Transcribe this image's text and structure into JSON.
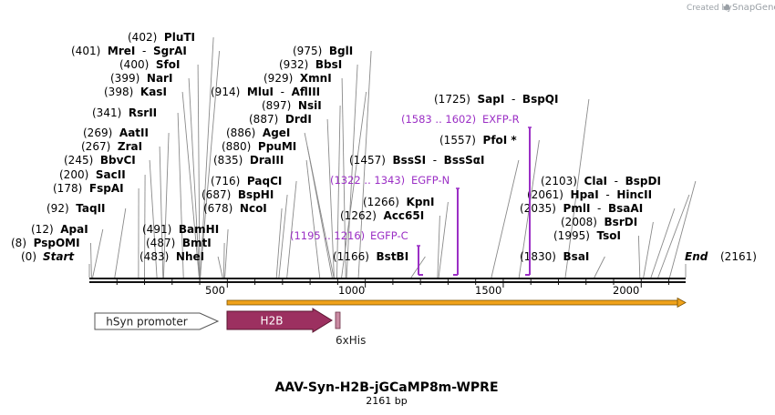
{
  "credit": {
    "created_by": "Created by",
    "brand": "SnapGene"
  },
  "title": "AAV-Syn-H2B-jGCaMP8m-WPRE",
  "length_label": "2161 bp",
  "sequence": {
    "length": 2161,
    "map_start": 0,
    "map_end": 2161
  },
  "ticks": [
    "500",
    "1000",
    "1500",
    "2000"
  ],
  "colors": {
    "backbone": "#111111",
    "primer": "#9b2fc5",
    "orf_arrow": "#f0a21a",
    "h2b": "#9c3060",
    "his": "#c98aa2",
    "promoter_fill": "#ffffff"
  },
  "ends": {
    "start": {
      "pos": "(0)",
      "name": "Start"
    },
    "end": {
      "pos": "(2161)",
      "name": "End"
    }
  },
  "left_sites": [
    {
      "pos": "(8)",
      "name": "PspOMI",
      "site": 8
    },
    {
      "pos": "(12)",
      "name": "ApaI",
      "site": 12
    },
    {
      "pos": "(92)",
      "name": "TaqII",
      "site": 92
    },
    {
      "pos": "(178)",
      "name": "FspAI",
      "site": 178
    },
    {
      "pos": "(200)",
      "name": "SacII",
      "site": 200
    },
    {
      "pos": "(245)",
      "name": "BbvCI",
      "site": 245
    },
    {
      "pos": "(267)",
      "name": "ZraI",
      "site": 267
    },
    {
      "pos": "(269)",
      "name": "AatII",
      "site": 269
    },
    {
      "pos": "(341)",
      "name": "RsrII",
      "site": 341
    },
    {
      "pos": "(398)",
      "name": "KasI",
      "site": 398
    },
    {
      "pos": "(399)",
      "name": "NarI",
      "site": 399
    },
    {
      "pos": "(400)",
      "name": "SfoI",
      "site": 400
    },
    {
      "pos": "(401)",
      "name": "MreI",
      "name2": "SgrAI",
      "site": 401
    },
    {
      "pos": "(402)",
      "name": "PluTI",
      "site": 402
    },
    {
      "pos": "(483)",
      "name": "NheI",
      "site": 483
    },
    {
      "pos": "(487)",
      "name": "BmtI",
      "site": 487
    },
    {
      "pos": "(491)",
      "name": "BamHI",
      "site": 491
    }
  ],
  "mid_sites": [
    {
      "pos": "(678)",
      "name": "NcoI",
      "site": 678
    },
    {
      "pos": "(687)",
      "name": "BspHI",
      "site": 687
    },
    {
      "pos": "(716)",
      "name": "PaqCI",
      "site": 716
    },
    {
      "pos": "(835)",
      "name": "DraIII",
      "site": 835
    },
    {
      "pos": "(880)",
      "name": "PpuMI",
      "site": 880
    },
    {
      "pos": "(886)",
      "name": "AgeI",
      "site": 886
    },
    {
      "pos": "(887)",
      "name": "DrdI",
      "site": 887
    },
    {
      "pos": "(897)",
      "name": "NsiI",
      "site": 897
    },
    {
      "pos": "(914)",
      "name": "MluI",
      "name2": "AflIII",
      "site": 914
    },
    {
      "pos": "(929)",
      "name": "XmnI",
      "site": 929
    },
    {
      "pos": "(932)",
      "name": "BbsI",
      "site": 932
    },
    {
      "pos": "(975)",
      "name": "BglI",
      "site": 975
    },
    {
      "pos": "(1166)",
      "name": "BstBI",
      "site": 1166
    },
    {
      "pos": "(1262)",
      "name": "Acc65I",
      "site": 1262
    },
    {
      "pos": "(1266)",
      "name": "KpnI",
      "site": 1266
    },
    {
      "pos": "(1457)",
      "name": "BssSI",
      "name2": "BssSαI",
      "site": 1457
    },
    {
      "pos": "(1557)",
      "name": "PfoI *",
      "site": 1557
    },
    {
      "pos": "(1725)",
      "name": "SapI",
      "name2": "BspQI",
      "site": 1725
    }
  ],
  "right_sites": [
    {
      "pos": "(1830)",
      "name": "BsaI",
      "site": 1830
    },
    {
      "pos": "(1995)",
      "name": "TsoI",
      "site": 1995
    },
    {
      "pos": "(2008)",
      "name": "BsrDI",
      "site": 2008
    },
    {
      "pos": "(2035)",
      "name": "PmlI",
      "name2": "BsaAI",
      "site": 2035
    },
    {
      "pos": "(2061)",
      "name": "HpaI",
      "name2": "HincII",
      "site": 2061
    },
    {
      "pos": "(2103)",
      "name": "ClaI",
      "name2": "BspDI",
      "site": 2103
    }
  ],
  "primers": [
    {
      "range": "(1195 .. 1216)",
      "name": "EGFP-C"
    },
    {
      "range": "(1322 .. 1343)",
      "name": "EGFP-N"
    },
    {
      "range": "(1583 .. 1602)",
      "name": "EXFP-R"
    }
  ],
  "features": [
    {
      "name": "hSyn promoter",
      "start": 1,
      "end": 465
    },
    {
      "name": "H2B",
      "start": 505,
      "end": 888
    },
    {
      "name": "6xHis",
      "start": 896,
      "end": 913
    }
  ],
  "orf": {
    "start": 505,
    "end": 2161
  }
}
